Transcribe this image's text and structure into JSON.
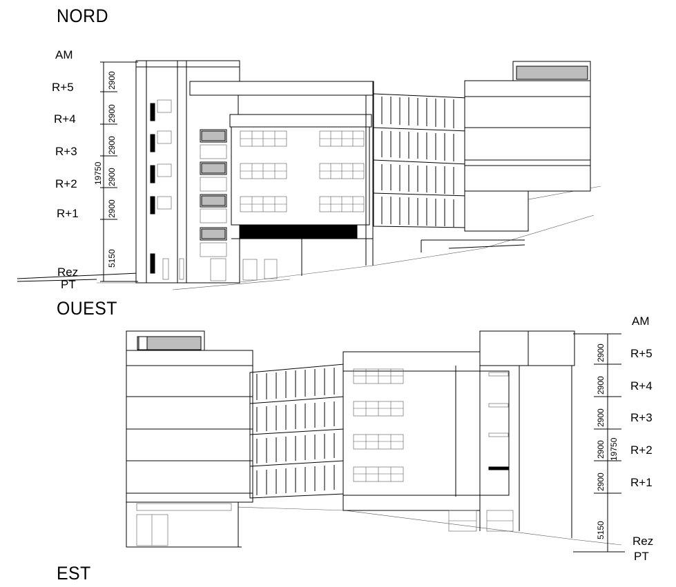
{
  "views": {
    "nord": {
      "title": "NORD"
    },
    "ouest": {
      "title": "OUEST"
    },
    "est": {
      "title": "EST"
    }
  },
  "levels": {
    "am": "AM",
    "r5": "R+5",
    "r4": "R+4",
    "r3": "R+3",
    "r2": "R+2",
    "r1": "R+1",
    "rez": "Rez",
    "pt": "PT"
  },
  "dimensions": {
    "total": "19750",
    "typical_floor": "2900",
    "ground_floor": "5150"
  }
}
